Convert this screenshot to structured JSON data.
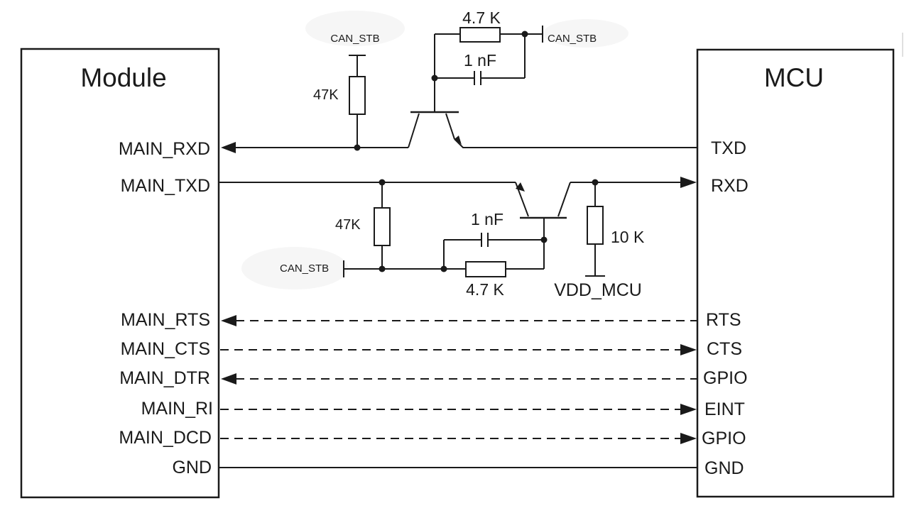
{
  "module": {
    "title": "Module",
    "pins": {
      "rxd": "MAIN_RXD",
      "txd": "MAIN_TXD",
      "rts": "MAIN_RTS",
      "cts": "MAIN_CTS",
      "dtr": "MAIN_DTR",
      "ri": "MAIN_RI",
      "dcd": "MAIN_DCD",
      "gnd": "GND"
    }
  },
  "mcu": {
    "title": "MCU",
    "pins": {
      "txd": "TXD",
      "rxd": "RXD",
      "rts": "RTS",
      "cts": "CTS",
      "gpio1": "GPIO",
      "eint": "EINT",
      "gpio2": "GPIO",
      "gnd": "GND"
    }
  },
  "top_circuit": {
    "r_pullup_label": "47K",
    "r_pullup_supply": "CAN_STB",
    "r_feedback_label": "4.7 K",
    "c_feedback_label": "1 nF",
    "base_supply": "CAN_STB"
  },
  "bottom_circuit": {
    "r_pullup_label": "47K",
    "supply": "CAN_STB",
    "c_label": "1 nF",
    "r_label": "4.7 K",
    "r_pulldown_label": "10 K",
    "vdd_label": "VDD_MCU"
  },
  "colors": {
    "line": "#1a1a1a",
    "background": "#ffffff"
  }
}
